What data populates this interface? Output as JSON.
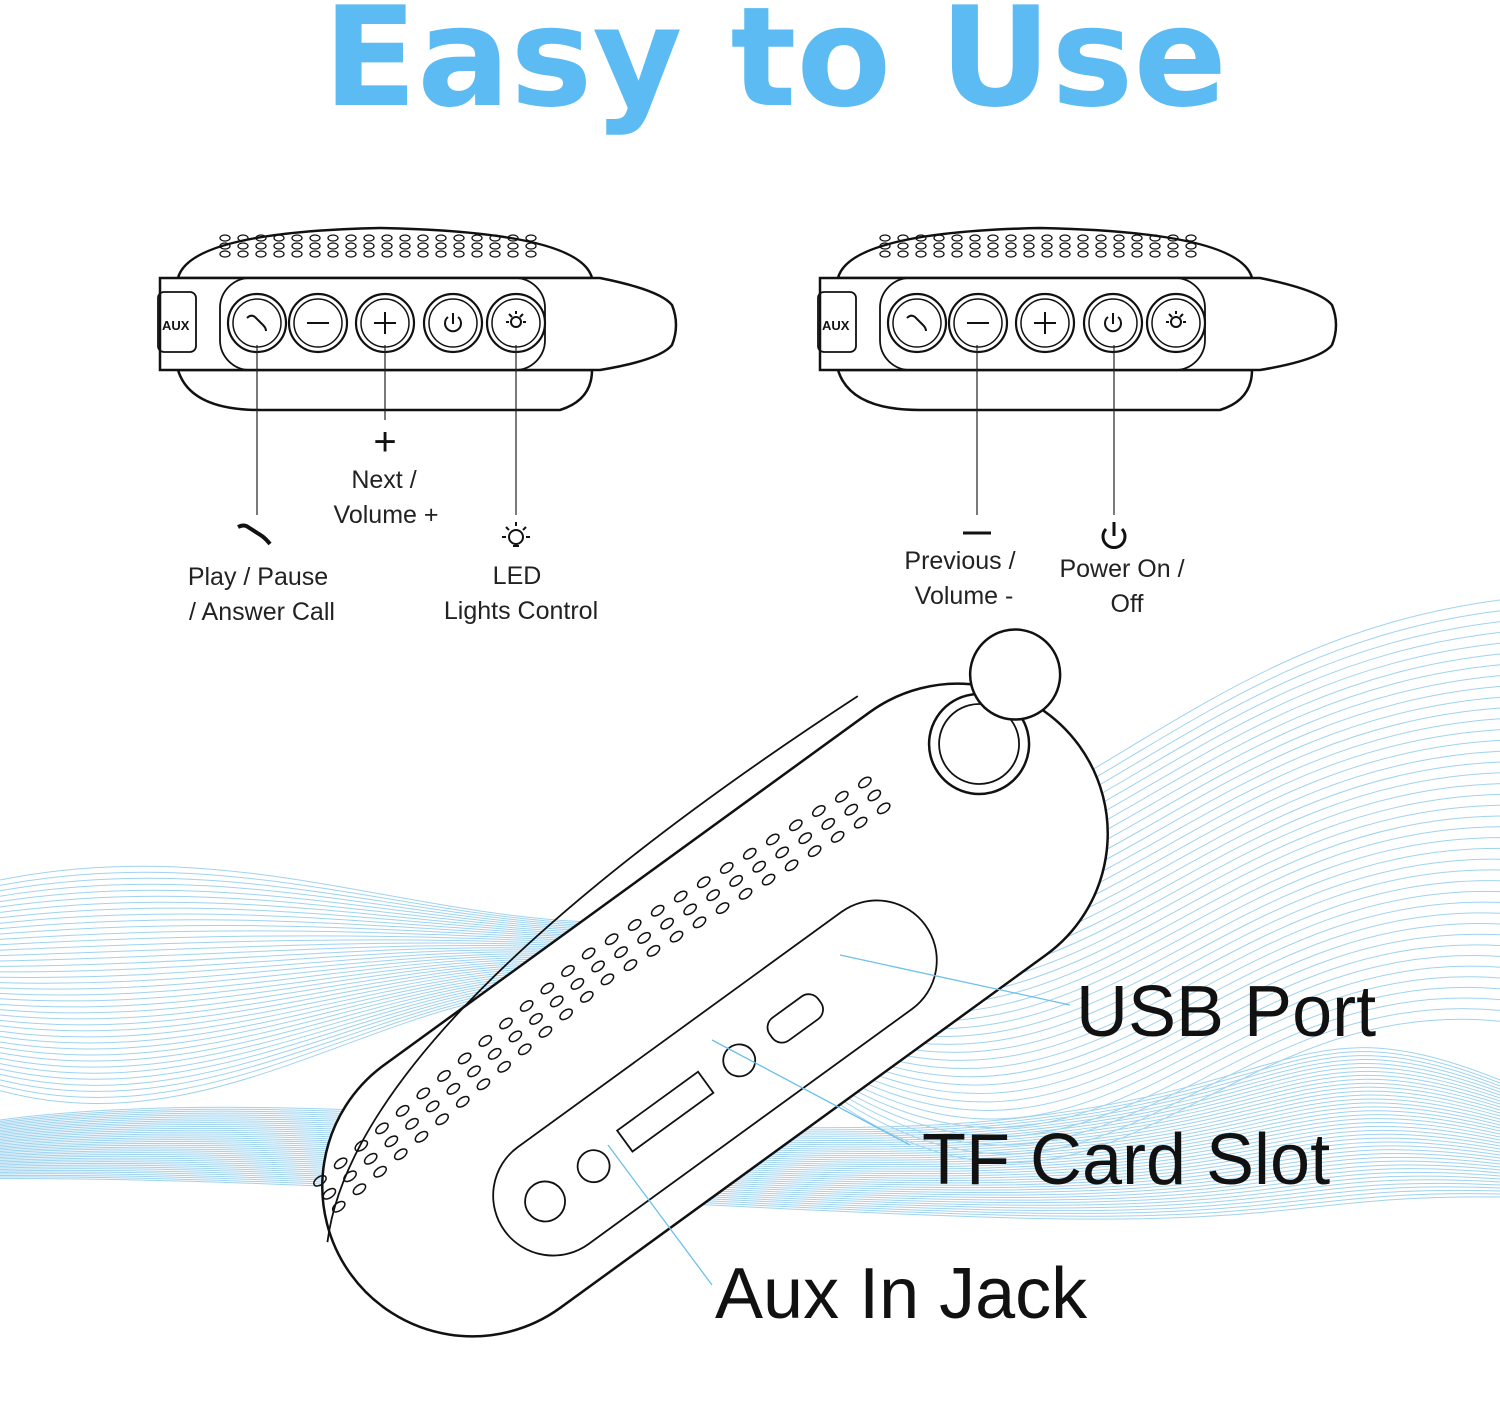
{
  "title": "Easy to Use",
  "accent_color": "#5bbbf2",
  "callout_color": "#6cc0ea",
  "speaker_buttons": [
    "phone-icon",
    "minus-icon",
    "plus-icon",
    "power-icon",
    "light-bulb-icon"
  ],
  "speaker_port_label": "AUX",
  "left_diagram": {
    "next_volume": {
      "symbol": "+",
      "line1": "Next /",
      "line2": "Volume +"
    },
    "play_pause": {
      "line1": "Play / Pause",
      "line2": "/ Answer Call"
    },
    "led": {
      "line1": "LED",
      "line2": "Lights Control"
    }
  },
  "right_diagram": {
    "previous_volume": {
      "line1": "Previous /",
      "line2": "Volume -"
    },
    "power": {
      "line1": "Power On /",
      "line2": "Off"
    }
  },
  "ports": {
    "usb": "USB Port",
    "tf": "TF Card Slot",
    "aux": "Aux In Jack"
  }
}
